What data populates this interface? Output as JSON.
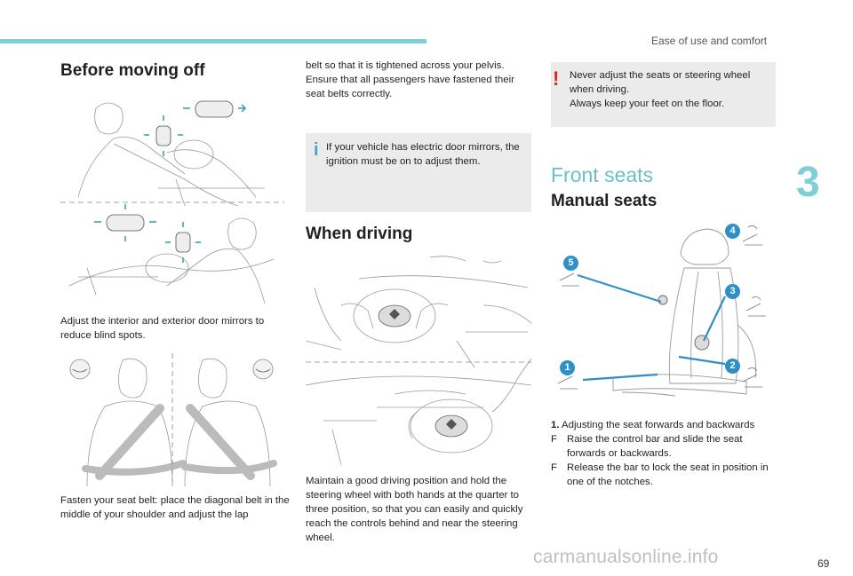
{
  "header": {
    "section": "Ease of use and comfort",
    "chapter": "3",
    "page": "69"
  },
  "footer": {
    "watermark": "carmanualsonline.info"
  },
  "col1": {
    "title": "Before moving off",
    "mirrors_text": "Adjust the interior and exterior door mirrors to reduce blind spots.",
    "belt_text": "Fasten your seat belt: place the diagonal belt in the middle of your shoulder and adjust the lap"
  },
  "col2": {
    "continued": "belt so that it is tightened across your pelvis. Ensure that all passengers have fastened their seat belts correctly.",
    "info_note": "If your vehicle has electric door mirrors, the ignition must be on to adjust them.",
    "title": "When driving",
    "driving_text": "Maintain a good driving position and hold the steering wheel with both hands at the quarter to three position, so that you can easily and quickly reach the controls behind and near the steering wheel."
  },
  "col3": {
    "warning_l1": "Never adjust the seats or steering wheel when driving.",
    "warning_l2": "Always keep your feet on the floor.",
    "title": "Front seats",
    "subtitle": "Manual seats",
    "callouts": [
      "1",
      "2",
      "3",
      "4",
      "5"
    ],
    "item1_num": "1.",
    "item1_title": "Adjusting the seat forwards and backwards",
    "bullet_glyph": "F",
    "bullets": [
      "Raise the control bar and slide the seat forwards or backwards.",
      "Release the bar to lock the seat in position in one of the notches."
    ]
  },
  "colors": {
    "accent": "#7fd0d6",
    "heading_light": "#6bbfca",
    "info": "#3aa9c9",
    "warning": "#e2231a",
    "note_bg": "#ebebeb",
    "callout": "#2f8fc7"
  }
}
